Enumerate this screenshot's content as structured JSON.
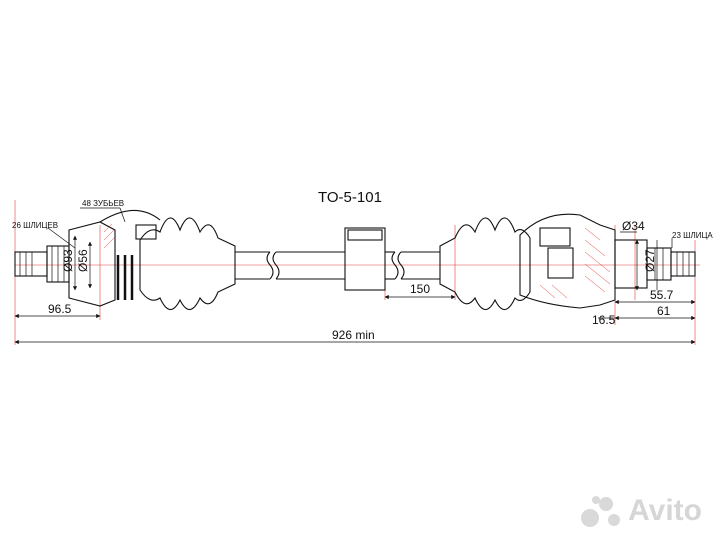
{
  "part_number": "TO-5-101",
  "labels": {
    "left_splines": "26 ШЛИЦЕВ",
    "teeth": "48 ЗУБЬЕВ",
    "right_splines": "23 ШЛИЦА"
  },
  "diameters": {
    "d93": "Ø93",
    "d56": "Ø56",
    "d34": "Ø34",
    "d27": "Ø27"
  },
  "dimensions": {
    "left_offset": "96.5",
    "middle": "150",
    "right_55_7": "55.7",
    "right_16_5": "16.5",
    "right_61": "61",
    "total": "926 min"
  },
  "watermark": "Avito"
}
